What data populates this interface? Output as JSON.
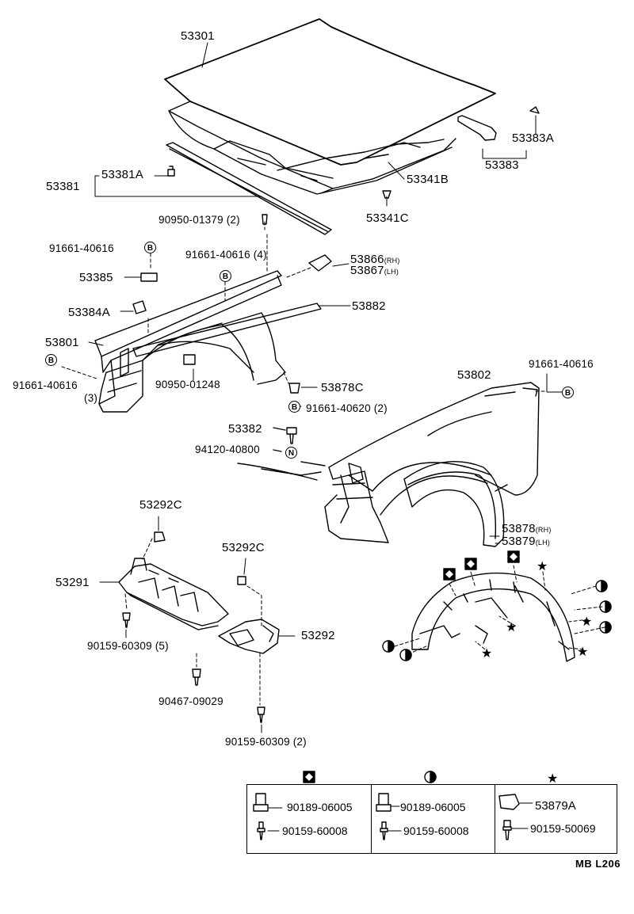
{
  "labels": {
    "hood": "53301",
    "hood_insulator": "53341B",
    "hood_clip": "53341C",
    "hinge": "53383",
    "hinge_a": "53383A",
    "seal": "53381",
    "seal_a": "53381A",
    "seal_bolt": "90950-01379 (2)",
    "bolt_left_top": "91661-40616",
    "bolt_seal_row": "91661-40616 (4)",
    "bracket_rh": "53866",
    "bracket_lh": "53867",
    "rh": "(RH)",
    "lh": "(LH)",
    "apron": "53385",
    "apron_a": "53384A",
    "apron_strip": "53882",
    "fender_lh": "53801",
    "bolt_fender_lh": "91661-40616",
    "qty_3": "(3)",
    "plug": "90950-01248",
    "clip_c": "53878C",
    "bolt_clip": "91661-40620 (2)",
    "fender_rh": "53802",
    "bolt_fender_rh": "91661-40616",
    "screw_top": "53382",
    "nut": "94120-40800",
    "liner_rh": "53878",
    "liner_lh": "53879",
    "under_cover_c1": "53292C",
    "under_cover_c2": "53292C",
    "under_cover_left": "53291",
    "under_cover_right": "53292",
    "bolt_under_5": "90159-60309 (5)",
    "bolt_under_mid": "90467-09029",
    "bolt_under_2": "90159-60309 (2)",
    "diagram_code": "MB L206"
  },
  "markers": {
    "b": "B",
    "n": "N"
  },
  "legend": {
    "col1": {
      "symbol": "square-diamond",
      "part1": "90189-06005",
      "part2": "90159-60008"
    },
    "col2": {
      "symbol": "half-circle",
      "part1": "90189-06005",
      "part2": "90159-60008"
    },
    "col3": {
      "symbol": "star",
      "part1": "53879A",
      "part2": "90159-50069"
    }
  }
}
